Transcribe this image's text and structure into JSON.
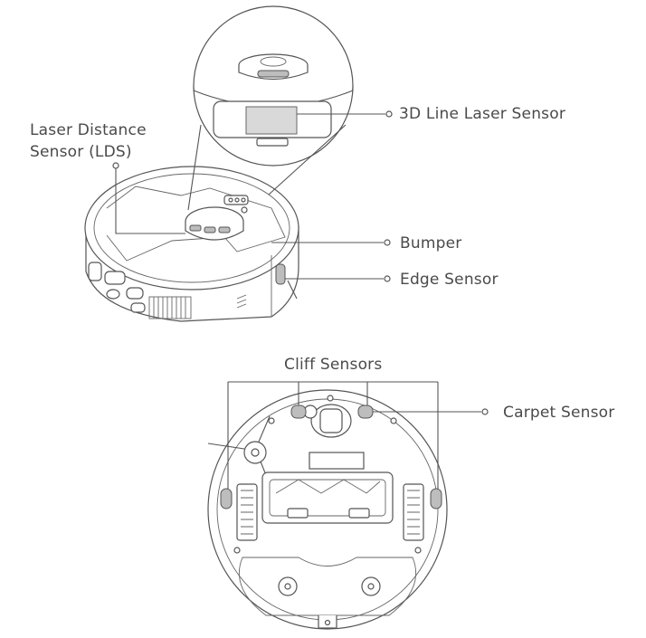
{
  "labels": {
    "line_laser": "3D Line Laser Sensor",
    "lds_line1": "Laser Distance",
    "lds_line2": "Sensor (LDS)",
    "bumper": "Bumper",
    "edge_sensor": "Edge Sensor",
    "cliff_sensors": "Cliff Sensors",
    "carpet_sensor": "Carpet Sensor"
  }
}
